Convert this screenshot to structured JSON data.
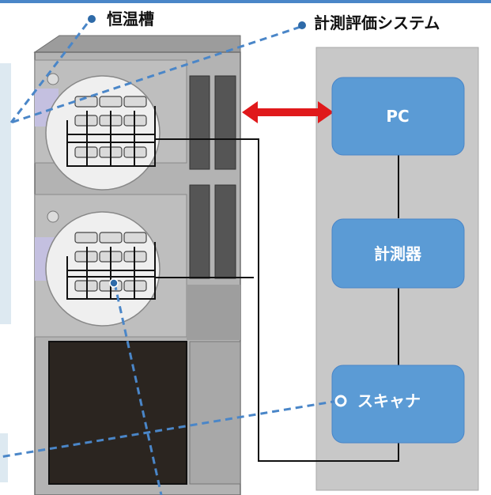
{
  "labels": {
    "chamber": "恒温槽",
    "system": "計測評価システム",
    "pc": "PC",
    "instrument": "計測器",
    "scanner": "スキャナ"
  },
  "colors": {
    "accent_blue": "#4a86c8",
    "box_blue": "#5b9bd5",
    "arrow_red": "#e0191b",
    "panel_gray": "#c8c8c8",
    "chamber_gray": "#b3b3b3",
    "left_panel": "#dde9f1"
  }
}
